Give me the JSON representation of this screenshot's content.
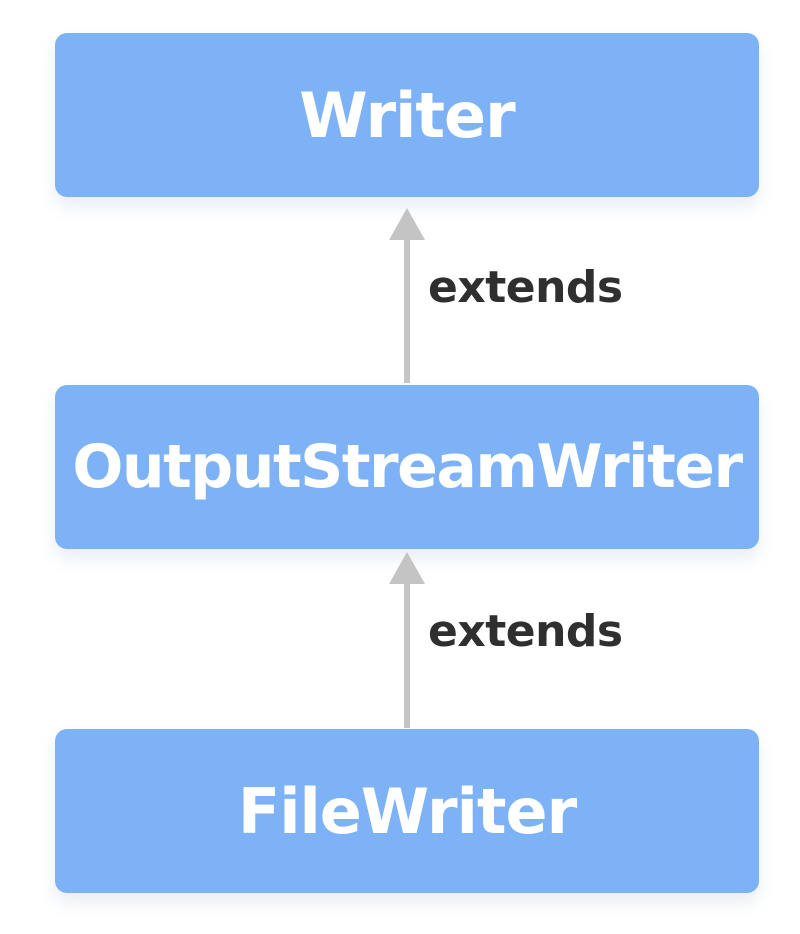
{
  "nodes": {
    "writer": "Writer",
    "output_stream_writer": "OutputStreamWriter",
    "file_writer": "FileWriter"
  },
  "edges": {
    "osw_to_writer": "extends",
    "filewriter_to_osw": "extends"
  },
  "colors": {
    "box_fill": "#7eb2f7",
    "box_text": "#ffffff",
    "arrow": "#c4c4c4",
    "label_text": "#2f2f2f"
  }
}
